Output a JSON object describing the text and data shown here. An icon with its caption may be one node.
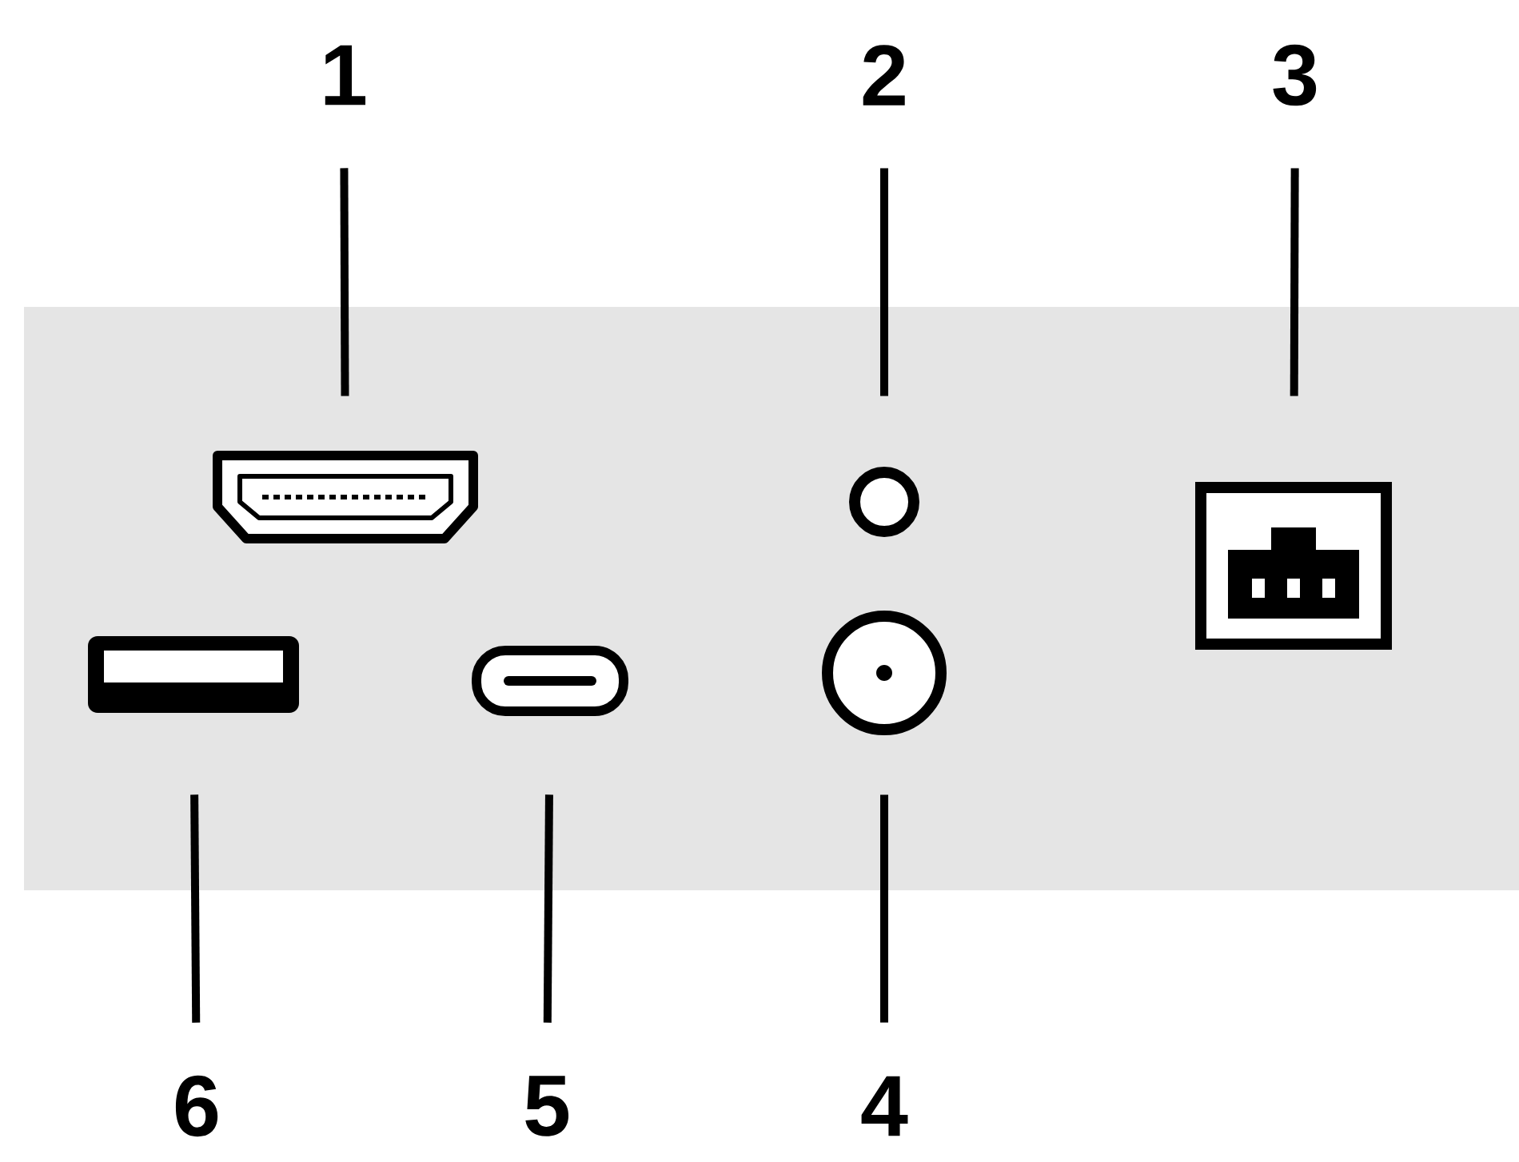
{
  "diagram": {
    "nodes": [
      {
        "text": [
          "1"
        ]
      },
      {
        "text": [
          "2"
        ]
      },
      {
        "text": [
          "3"
        ]
      },
      {
        "text": [],
        "shape": "port"
      },
      {
        "text": [],
        "shape": "circle"
      },
      {
        "text": [],
        "shape": "port"
      },
      {
        "text": [],
        "shape": "port"
      },
      {
        "text": [],
        "shape": "port"
      },
      {
        "text": [],
        "shape": "circle"
      },
      {
        "text": [
          "6"
        ]
      },
      {
        "text": [
          "5"
        ]
      },
      {
        "text": [
          "4"
        ]
      }
    ],
    "edges": [
      {
        "from": 0,
        "to": 3,
        "arrow": "none"
      },
      {
        "from": 1,
        "to": 4,
        "arrow": "none"
      },
      {
        "from": 2,
        "to": 5,
        "arrow": "none"
      },
      {
        "from": 9,
        "to": 6,
        "arrow": "none"
      },
      {
        "from": 10,
        "to": 7,
        "arrow": "none"
      },
      {
        "from": 11,
        "to": 8,
        "arrow": "none"
      }
    ]
  }
}
